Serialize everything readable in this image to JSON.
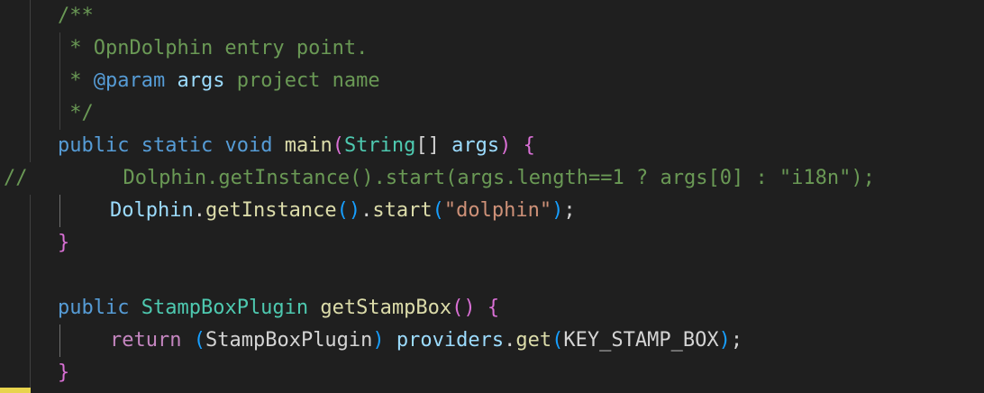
{
  "editor": {
    "lines": [
      {
        "indent": 1,
        "tokens": [
          {
            "text": "/**",
            "kind": "comment"
          }
        ]
      },
      {
        "indent": 1,
        "tokens": [
          {
            "text": " * OpnDolphin entry point.",
            "kind": "comment"
          }
        ]
      },
      {
        "indent": 1,
        "tokens": [
          {
            "text": " * ",
            "kind": "comment"
          },
          {
            "text": "@param",
            "kind": "doctag"
          },
          {
            "text": " ",
            "kind": "comment"
          },
          {
            "text": "args",
            "kind": "docparam"
          },
          {
            "text": " project name",
            "kind": "comment"
          }
        ]
      },
      {
        "indent": 1,
        "tokens": [
          {
            "text": " */",
            "kind": "comment"
          }
        ]
      },
      {
        "indent": 1,
        "tokens": [
          {
            "text": "public",
            "kind": "keyword"
          },
          {
            "text": " ",
            "kind": "plain"
          },
          {
            "text": "static",
            "kind": "keyword"
          },
          {
            "text": " ",
            "kind": "plain"
          },
          {
            "text": "void",
            "kind": "keyword"
          },
          {
            "text": " ",
            "kind": "plain"
          },
          {
            "text": "main",
            "kind": "func"
          },
          {
            "text": "(",
            "kind": "brace1"
          },
          {
            "text": "String",
            "kind": "type"
          },
          {
            "text": "[] ",
            "kind": "plain"
          },
          {
            "text": "args",
            "kind": "var"
          },
          {
            "text": ")",
            "kind": "brace1"
          },
          {
            "text": " ",
            "kind": "plain"
          },
          {
            "text": "{",
            "kind": "brace1"
          }
        ]
      },
      {
        "indent": 0,
        "tokens": [
          {
            "text": "//        Dolphin.getInstance().start(args.length==1 ? args[0] : \"i18n\");",
            "kind": "comment"
          }
        ]
      },
      {
        "indent": 2,
        "tokens": [
          {
            "text": "Dolphin",
            "kind": "var"
          },
          {
            "text": ".",
            "kind": "plain"
          },
          {
            "text": "getInstance",
            "kind": "func"
          },
          {
            "text": "()",
            "kind": "paren2"
          },
          {
            "text": ".",
            "kind": "plain"
          },
          {
            "text": "start",
            "kind": "func"
          },
          {
            "text": "(",
            "kind": "paren2"
          },
          {
            "text": "\"dolphin\"",
            "kind": "string"
          },
          {
            "text": ")",
            "kind": "paren2"
          },
          {
            "text": ";",
            "kind": "plain"
          }
        ]
      },
      {
        "indent": 1,
        "tokens": [
          {
            "text": "}",
            "kind": "brace1"
          }
        ]
      },
      {
        "indent": 0,
        "tokens": []
      },
      {
        "indent": 1,
        "tokens": [
          {
            "text": "public",
            "kind": "keyword"
          },
          {
            "text": " ",
            "kind": "plain"
          },
          {
            "text": "StampBoxPlugin",
            "kind": "type"
          },
          {
            "text": " ",
            "kind": "plain"
          },
          {
            "text": "getStampBox",
            "kind": "func"
          },
          {
            "text": "()",
            "kind": "brace1"
          },
          {
            "text": " ",
            "kind": "plain"
          },
          {
            "text": "{",
            "kind": "brace1"
          }
        ]
      },
      {
        "indent": 2,
        "tokens": [
          {
            "text": "return",
            "kind": "control"
          },
          {
            "text": " ",
            "kind": "plain"
          },
          {
            "text": "(",
            "kind": "paren2"
          },
          {
            "text": "StampBoxPlugin",
            "kind": "const"
          },
          {
            "text": ")",
            "kind": "paren2"
          },
          {
            "text": " ",
            "kind": "plain"
          },
          {
            "text": "providers",
            "kind": "var"
          },
          {
            "text": ".",
            "kind": "plain"
          },
          {
            "text": "get",
            "kind": "func"
          },
          {
            "text": "(",
            "kind": "paren2"
          },
          {
            "text": "KEY_STAMP_BOX",
            "kind": "const"
          },
          {
            "text": ")",
            "kind": "paren2"
          },
          {
            "text": ";",
            "kind": "plain"
          }
        ]
      },
      {
        "indent": 1,
        "tokens": [
          {
            "text": "}",
            "kind": "brace1"
          }
        ]
      }
    ]
  }
}
